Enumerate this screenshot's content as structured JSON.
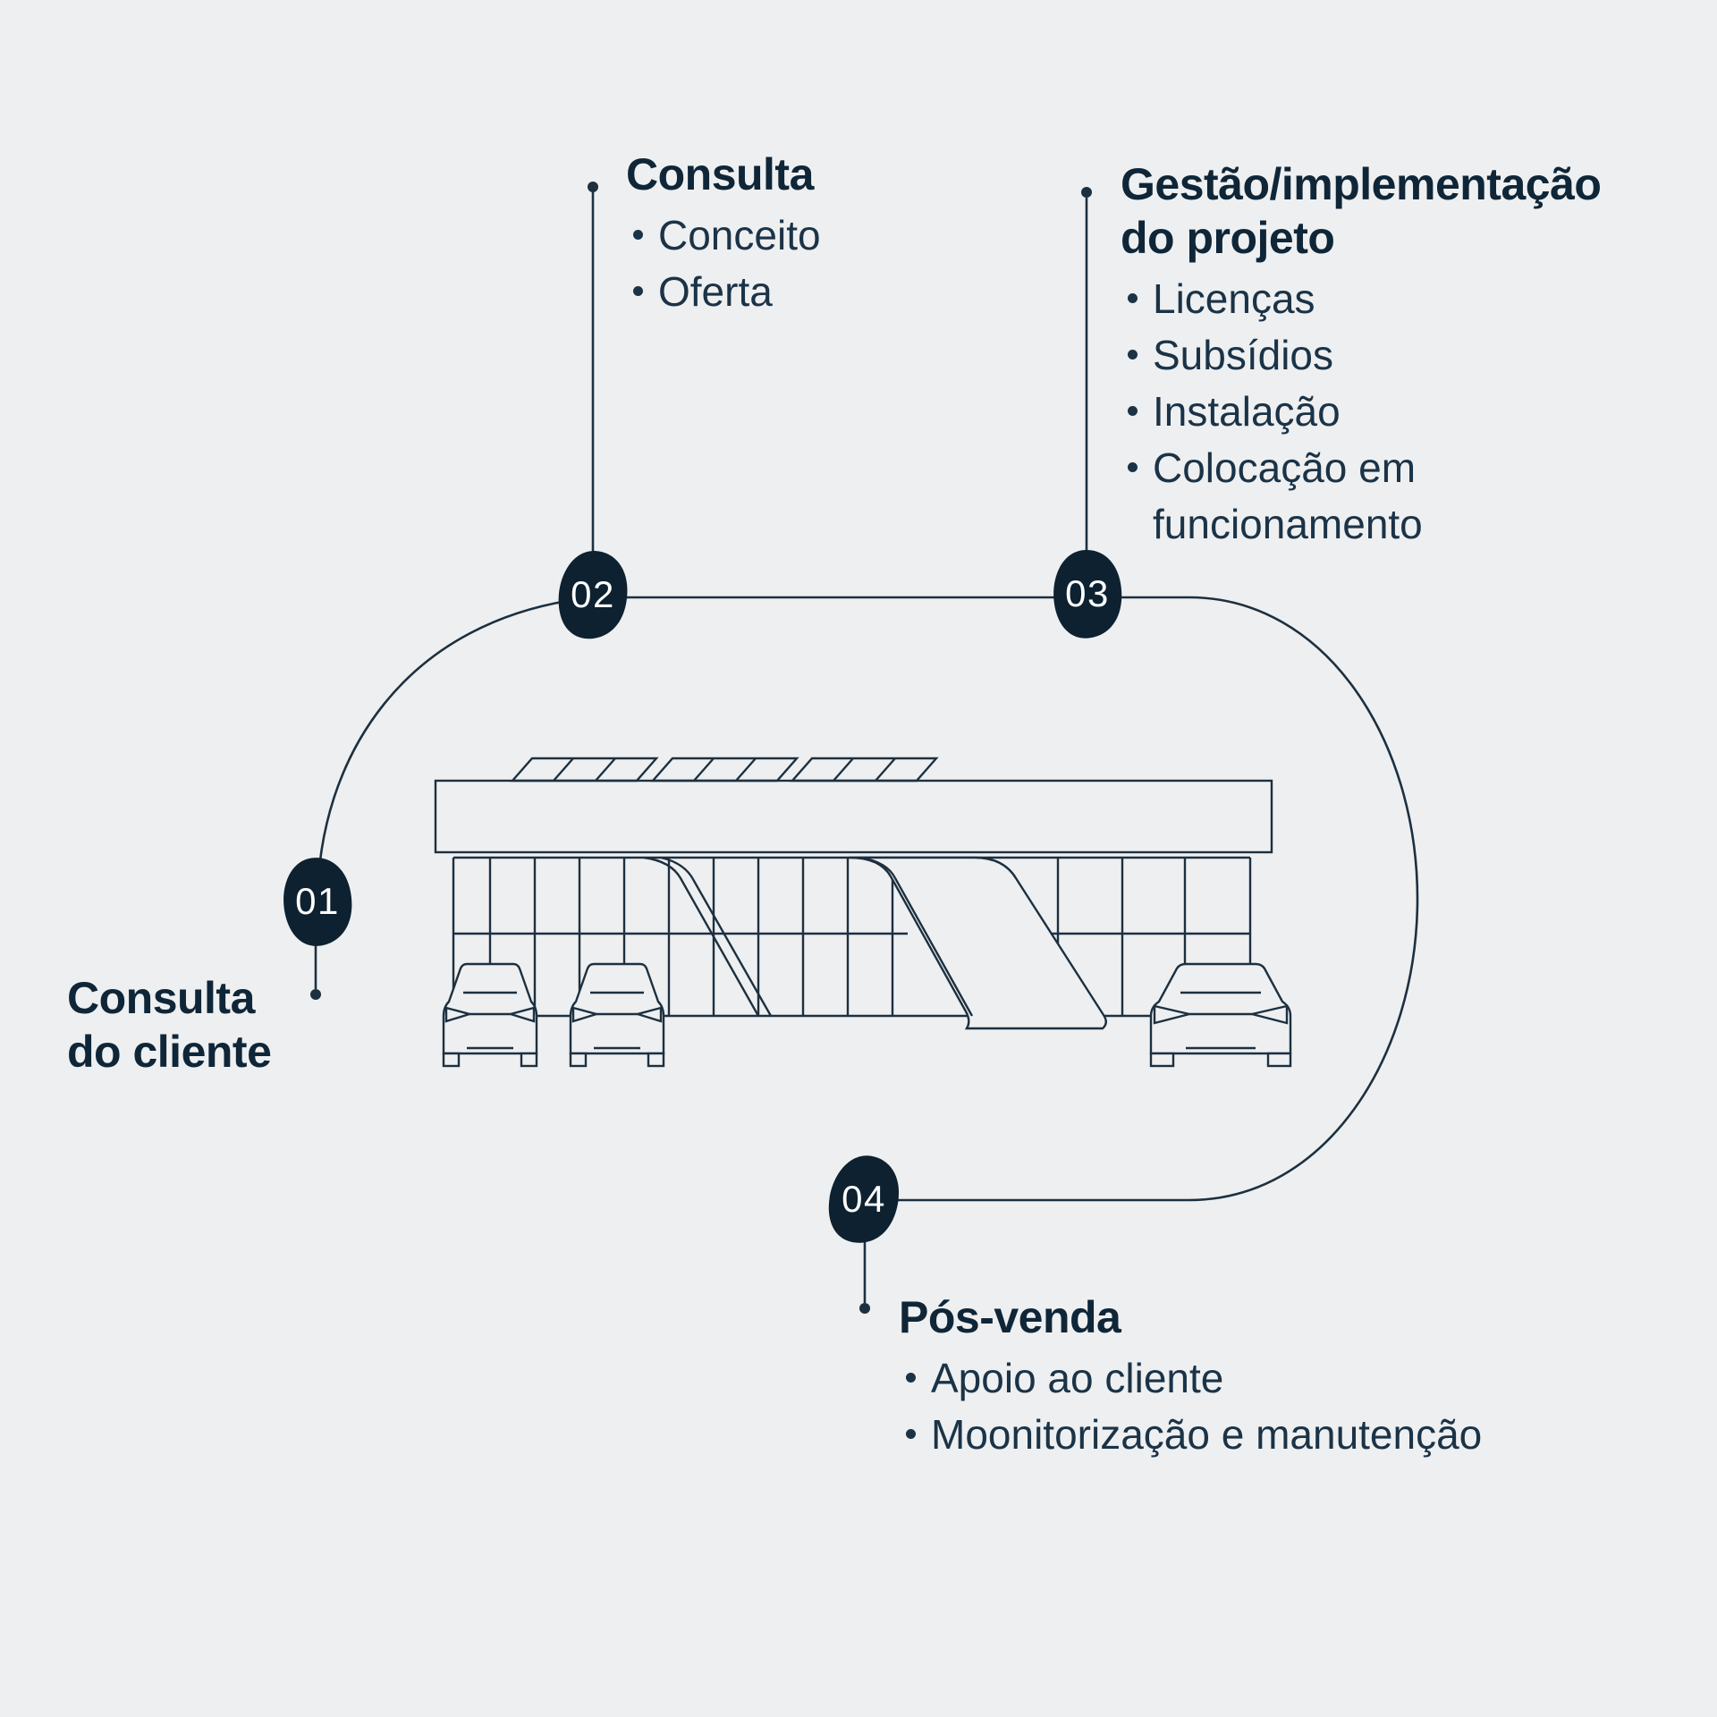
{
  "colors": {
    "background": "#EEEFF0",
    "line": "#1C3040",
    "badge_fill": "#0D2130",
    "title_text": "#0F2638",
    "bullet_text": "#1B3347",
    "badge_number_text": "#FFFFFF"
  },
  "icons": {
    "building": "ev-dealership-building-illustration",
    "cars": "electric-car-front-icon",
    "panels": "solar-panel-icon",
    "connector": "connector-dot"
  },
  "steps": [
    {
      "number": "01",
      "title1": "Consulta",
      "title2": "do cliente",
      "bullets": []
    },
    {
      "number": "02",
      "title1": "Consulta",
      "bullets": [
        "Conceito",
        "Oferta"
      ]
    },
    {
      "number": "03",
      "title1": "Gestão/implementação",
      "title2": "do projeto",
      "bullets": [
        "Licenças",
        "Subsídios",
        "Instalação",
        "Colocação em",
        "funcionamento"
      ]
    },
    {
      "number": "04",
      "title1": "Pós-venda",
      "bullets": [
        "Apoio ao cliente",
        "Moonitorização e manutenção"
      ]
    }
  ]
}
